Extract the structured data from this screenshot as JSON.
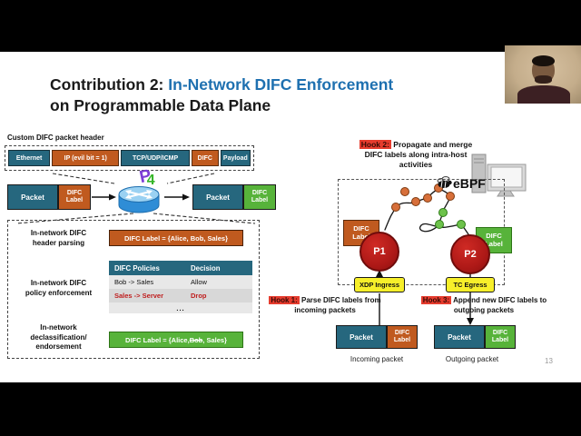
{
  "title": {
    "prefix": "Contribution 2: ",
    "highlight": "In-Network DIFC Enforcement",
    "line2": "on Programmable Data Plane"
  },
  "page_number": "13",
  "packet_header": {
    "title": "Custom DIFC packet header",
    "fields": [
      {
        "label": "Ethernet"
      },
      {
        "label": "IP (evil bit = 1)"
      },
      {
        "label": "TCP/UDP/ICMP"
      },
      {
        "label": "DIFC"
      },
      {
        "label": "Payload"
      }
    ]
  },
  "labels": {
    "packet": "Packet",
    "difc_label": "DIFC Label"
  },
  "p4_logo": {
    "p": "P",
    "four": "4"
  },
  "pipeline": {
    "stages": [
      {
        "title": "In-network DIFC\nheader parsing"
      },
      {
        "title": "In-network DIFC\npolicy enforcement"
      },
      {
        "title": "In-network\ndeclassification/\nendorsement"
      }
    ],
    "parse_label": "DIFC Label = {Alice, Bob, Sales}",
    "endorse_label": {
      "pre": "DIFC Label = {Alice, ",
      "struck": "Bob",
      "post": ", Sales}"
    }
  },
  "policy_table": {
    "headers": [
      "DIFC Policies",
      "Decision"
    ],
    "rows": [
      [
        "Bob -> Sales",
        "Allow"
      ],
      [
        "Sales -> Server",
        "Drop"
      ]
    ],
    "ellipsis": "..."
  },
  "host": {
    "hooks": {
      "hook1": {
        "tag": "Hook 1:",
        "text": " Parse DIFC labels from incoming packets"
      },
      "hook2": {
        "tag": "Hook 2:",
        "text": " Propagate and merge DIFC labels along intra-host activities"
      },
      "hook3": {
        "tag": "Hook 3:",
        "text": " Append new DIFC labels to outgoing packets"
      }
    },
    "ebpf": "eBPF",
    "processes": {
      "p1": "P1",
      "p2": "P2"
    },
    "xdp": "XDP Ingress",
    "tc": "TC Egress",
    "captions": {
      "incoming": "Incoming packet",
      "outgoing": "Outgoing packet"
    }
  },
  "colors": {
    "teal": "#26677e",
    "orange": "#c05a1f",
    "green": "#57b33a",
    "process_red": "#ae1917",
    "yellow": "#f7ef2a",
    "hook_red": "#e63c2e",
    "title_blue": "#1e70b0",
    "drop_red": "#bf1d1d"
  }
}
